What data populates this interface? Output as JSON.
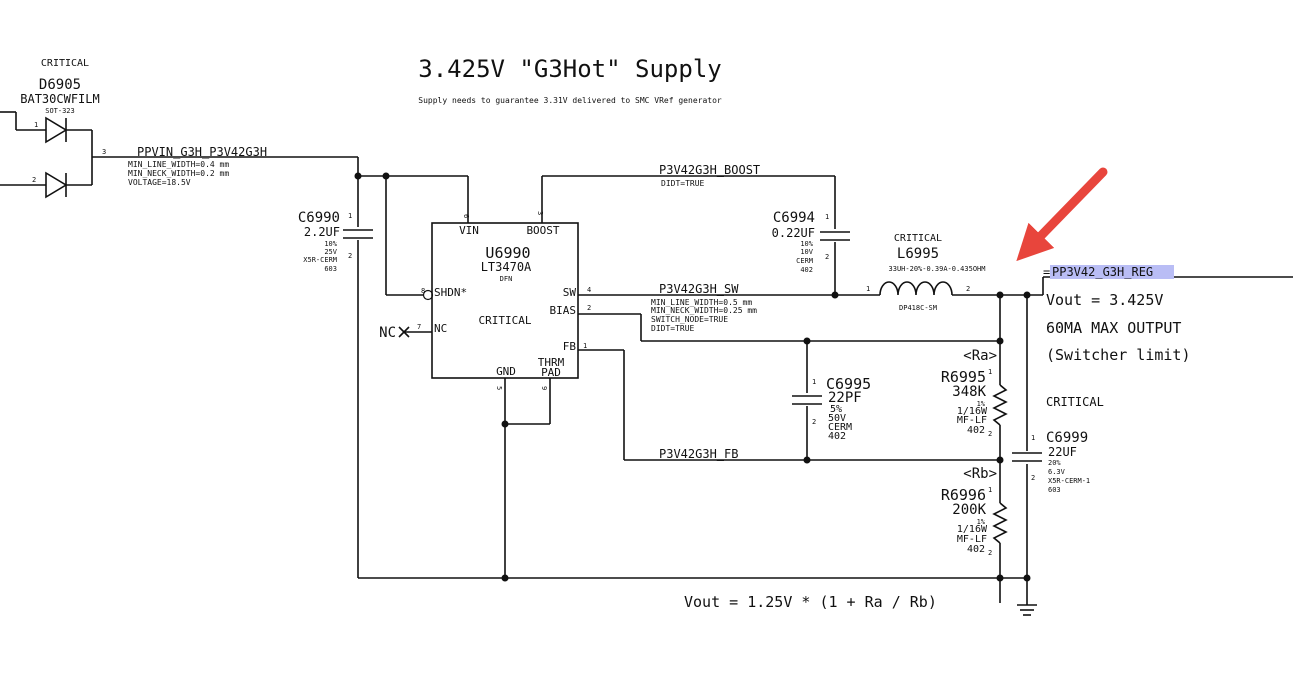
{
  "title": "3.425V \"G3Hot\" Supply",
  "subtitle": "Supply needs to guarantee 3.31V delivered to SMC VRef generator",
  "nets": {
    "ppvin": "PPVIN_G3H_P3V42G3H",
    "ppvin_props": [
      "MIN_LINE_WIDTH=0.4 mm",
      "MIN_NECK_WIDTH=0.2 mm",
      "VOLTAGE=18.5V"
    ],
    "boost": "P3V42G3H_BOOST",
    "boost_props": [
      "DIDT=TRUE"
    ],
    "sw": "P3V42G3H_SW",
    "sw_props": [
      "MIN_LINE_WIDTH=0.5 mm",
      "MIN_NECK_WIDTH=0.25 mm",
      "SWITCH_NODE=TRUE",
      "DIDT=TRUE"
    ],
    "fb": "P3V42G3H_FB",
    "out": "PP3V42_G3H_REG"
  },
  "d6905": {
    "critical": "CRITICAL",
    "ref": "D6905",
    "part": "BAT30CWFILM",
    "pkg": "SOT-323",
    "pin1": "1",
    "pin2": "2",
    "pin3": "3"
  },
  "c6990": {
    "ref": "C6990",
    "value": "2.2UF",
    "props": [
      "10%",
      "25V",
      "X5R-CERM",
      "603"
    ],
    "pin1": "1",
    "pin2": "2"
  },
  "u6990": {
    "ref": "U6990",
    "part": "LT3470A",
    "pkg": "DFN",
    "critical": "CRITICAL",
    "pins": {
      "vin": "VIN",
      "boost": "BOOST",
      "shdn": "SHDN*",
      "nc": "NC",
      "sw": "SW",
      "bias": "BIAS",
      "fb": "FB",
      "gnd": "GND",
      "thrm": "THRM",
      "pad": "PAD"
    },
    "pin_numbers": {
      "vin": "6",
      "boost": "3",
      "shdn": "8",
      "nc": "7",
      "sw": "4",
      "bias": "2",
      "fb": "1",
      "gnd": "5",
      "thrm": "9"
    },
    "nc_label": "NC"
  },
  "c6994": {
    "ref": "C6994",
    "value": "0.22UF",
    "props": [
      "10%",
      "10V",
      "CERM",
      "402"
    ],
    "pin1": "1",
    "pin2": "2"
  },
  "l6995": {
    "critical": "CRITICAL",
    "ref": "L6995",
    "value": "33UH-20%-0.39A-0.435OHM",
    "pkg": "DP418C-SM",
    "pin1": "1",
    "pin2": "2"
  },
  "c6995": {
    "ref": "C6995",
    "value": "22PF",
    "props": [
      "5%",
      "50V",
      "CERM",
      "402"
    ],
    "pin1": "1",
    "pin2": "2"
  },
  "r6995": {
    "tag": "<Ra>",
    "ref": "R6995",
    "value": "348K",
    "props": [
      "1%",
      "1/16W",
      "MF-LF",
      "402"
    ],
    "pin1": "1",
    "pin2": "2"
  },
  "r6996": {
    "tag": "<Rb>",
    "ref": "R6996",
    "value": "200K",
    "props": [
      "1%",
      "1/16W",
      "MF-LF",
      "402"
    ],
    "pin1": "1",
    "pin2": "2"
  },
  "c6999": {
    "critical": "CRITICAL",
    "ref": "C6999",
    "value": "22UF",
    "props": [
      "20%",
      "6.3V",
      "X5R-CERM-1",
      "603"
    ],
    "pin1": "1",
    "pin2": "2"
  },
  "output_notes": [
    "Vout = 3.425V",
    "60MA MAX OUTPUT",
    "(Switcher limit)"
  ],
  "formula": "Vout = 1.25V * (1 + Ra / Rb)",
  "colors": {
    "wire": "#111111",
    "arrow": "#e8453c",
    "highlight": "#b9bdf5"
  }
}
